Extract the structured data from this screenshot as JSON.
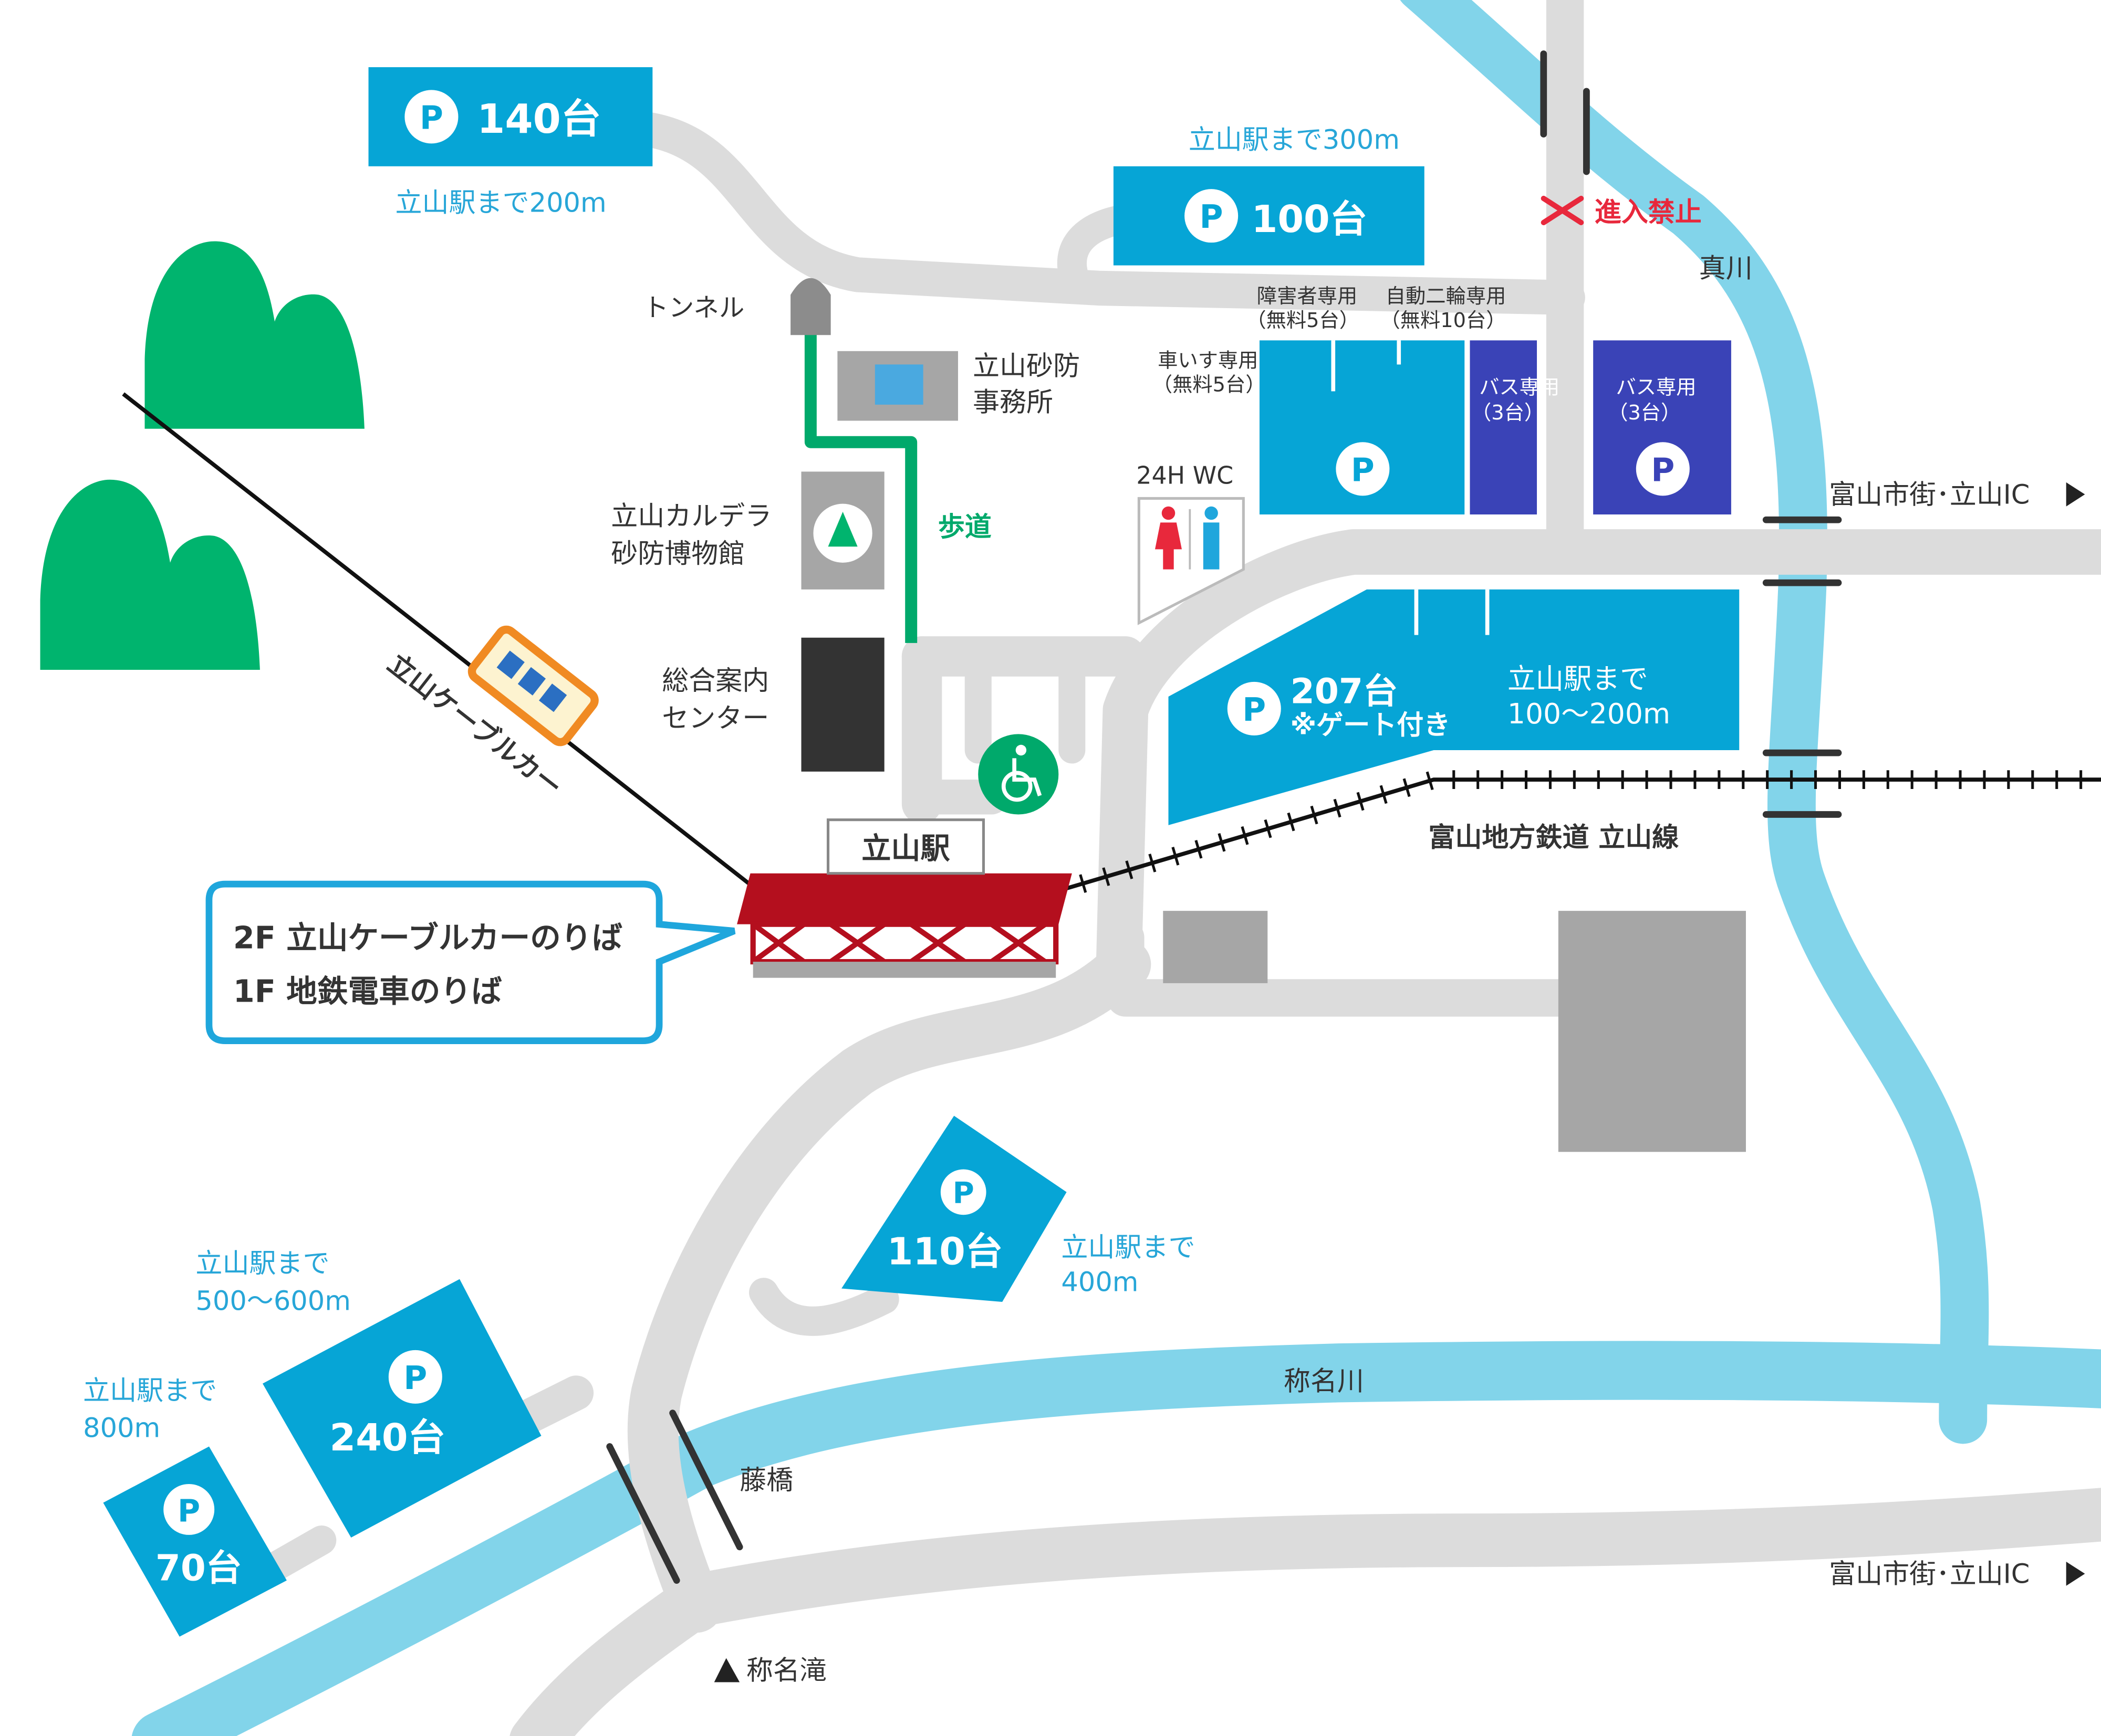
{
  "colors": {
    "road": "#dcdcdc",
    "river": "#82d4ea",
    "parking": "#06a5d6",
    "bus_parking": "#3a43b7",
    "footpath": "#00a96b",
    "tree": "#00b46e",
    "building_gray": "#a6a6a6",
    "building_dark": "#333333",
    "station_red": "#b40f1e",
    "no_entry_red": "#e8283c",
    "label_blue": "#27a6d8"
  },
  "icons": {
    "parking": "parking-p-icon",
    "wheelchair": "wheelchair-icon",
    "restroom": "restroom-icon",
    "no_entry": "no-entry-x-icon",
    "arrow_right": "triangle-right-icon",
    "arrow_up": "triangle-up-icon",
    "tree": "tree-icon",
    "cable_car": "cable-car-icon"
  },
  "parking": {
    "p140": {
      "symbol": "P",
      "count": "140台",
      "distance": "立山駅まで200m"
    },
    "p100": {
      "symbol": "P",
      "count": "100台",
      "distance": "立山駅まで300m"
    },
    "accessible": {
      "symbol": "P",
      "disabled": "障害者専用",
      "disabled_note": "（無料5台）",
      "motorbike": "自動二輪専用",
      "motorbike_note": "（無料10台）",
      "wheelchair": "車いす専用",
      "wheelchair_note": "（無料5台）"
    },
    "bus1": {
      "symbol": "P",
      "label": "バス専用",
      "note": "（3台）"
    },
    "bus2": {
      "symbol": "P",
      "label": "バス専用",
      "note": "（3台）"
    },
    "p207": {
      "symbol": "P",
      "count": "207台",
      "note": "※ゲート付き",
      "distance_1": "立山駅まで",
      "distance_2": "100〜200m"
    },
    "p110": {
      "symbol": "P",
      "count": "110台",
      "distance_1": "立山駅まで",
      "distance_2": "400m"
    },
    "p240": {
      "symbol": "P",
      "count": "240台",
      "distance_1": "立山駅まで",
      "distance_2": "500〜600m"
    },
    "p70": {
      "symbol": "P",
      "count": "70台",
      "distance_1": "立山駅まで",
      "distance_2": "800m"
    }
  },
  "places": {
    "tunnel": "トンネル",
    "sabo_office_1": "立山砂防",
    "sabo_office_2": "事務所",
    "museum_1": "立山カルデラ",
    "museum_2": "砂防博物館",
    "info_center_1": "総合案内",
    "info_center_2": "センター",
    "footpath": "歩道",
    "wc": "24H WC",
    "station": "立山駅",
    "cable_car_line": "立山ケーブルカー",
    "railway": "富山地方鉄道 立山線",
    "no_entry": "進入禁止",
    "river_makawa": "真川",
    "river_shomyo": "称名川",
    "bridge": "藤橋",
    "shomyo_falls": "称名滝",
    "to_city_1": "富山市街･立山IC",
    "to_city_2": "富山市街･立山IC"
  },
  "callout": {
    "line1": "2F 立山ケーブルカーのりば",
    "line2": "1F 地鉄電車のりば"
  }
}
